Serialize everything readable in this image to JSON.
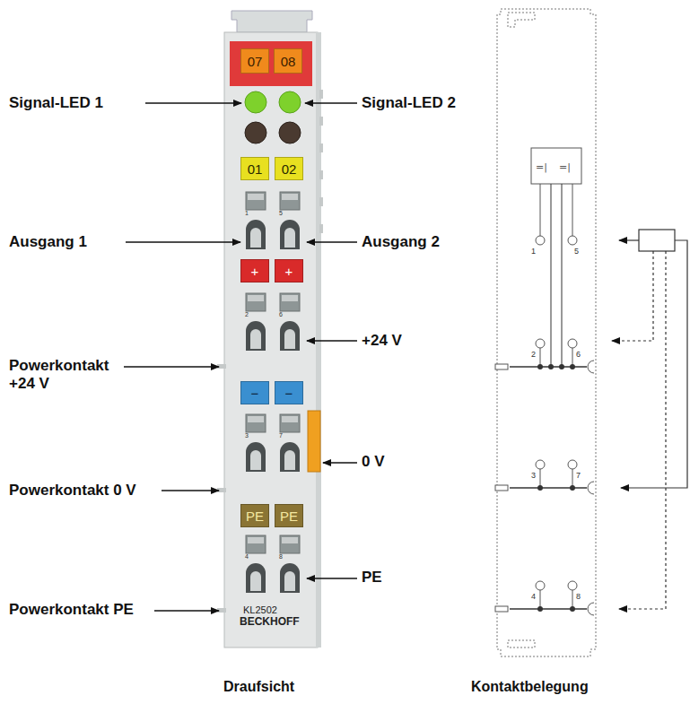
{
  "diagram": {
    "nodes": [
      {
        "text": [
          "07"
        ]
      },
      {
        "text": [
          "08"
        ]
      },
      {
        "text": [
          "01"
        ]
      },
      {
        "text": [
          "02"
        ]
      },
      {
        "text": [
          "+"
        ]
      },
      {
        "text": [
          "+"
        ]
      },
      {
        "text": [
          "−"
        ]
      },
      {
        "text": [
          "−"
        ]
      },
      {
        "text": [
          "PE"
        ]
      },
      {
        "text": [
          "PE"
        ]
      }
    ],
    "labels": [
      "Signal-LED 1",
      "Signal-LED 2",
      "Ausgang 1",
      "Ausgang 2",
      "+24 V",
      "Powerkontakt +24 V",
      "0 V",
      "Powerkontakt 0 V",
      "PE",
      "Powerkontakt PE",
      "KL2502",
      "BECKHOFF",
      "Draufsicht",
      "Kontaktbelegung",
      "1",
      "5",
      "2",
      "6",
      "3",
      "7",
      "4",
      "8",
      "1",
      "5",
      "2",
      "6",
      "3",
      "7",
      "4",
      "8"
    ]
  }
}
